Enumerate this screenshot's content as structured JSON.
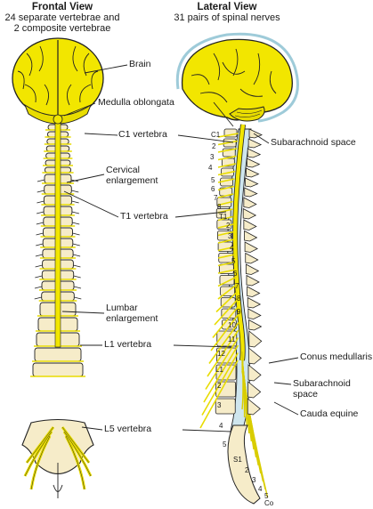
{
  "headers": {
    "frontal_title": "Frontal View",
    "frontal_sub1": "24 separate vertebrae and",
    "frontal_sub2": "2 composite vertebrae",
    "lateral_title": "Lateral View",
    "lateral_sub": "31 pairs of spinal nerves"
  },
  "labels": {
    "brain": "Brain",
    "medulla": "Medulla oblongata",
    "c1_vertebra": "C1 vertebra",
    "cervical1": "Cervical",
    "cervical2": "enlargement",
    "t1_vertebra": "T1 vertebra",
    "lumbar1": "Lumbar",
    "lumbar2": "enlargement",
    "l1_vertebra": "L1 vertebra",
    "l5_vertebra": "L5 vertebra",
    "subarachnoid_top": "Subarachnoid space",
    "conus": "Conus medullaris",
    "subarachnoid1": "Subarachnoid",
    "subarachnoid2": "space",
    "cauda": "Cauda equine"
  },
  "nerve_numbers": {
    "c1": "C1",
    "c2": "2",
    "c3": "3",
    "c4": "4",
    "c5": "5",
    "c6": "6",
    "c7": "7",
    "c8": "8",
    "t1": "T1",
    "t2": "2",
    "t3": "3",
    "t4": "4",
    "t5": "5",
    "t6": "6",
    "t7": "7",
    "t8": "8",
    "t9": "9",
    "t10": "10",
    "t11": "11",
    "t12": "12",
    "l1": "L1",
    "l2": "2",
    "l3": "3",
    "l4": "4",
    "l5": "5",
    "s1": "S1",
    "s2": "2",
    "s3": "3",
    "s4": "4",
    "s5": "5",
    "co": "Co"
  },
  "colors": {
    "brain": "#f2e600",
    "bone": "#f6ecc9",
    "outline": "#222222",
    "csf": "#cfe6ee"
  }
}
